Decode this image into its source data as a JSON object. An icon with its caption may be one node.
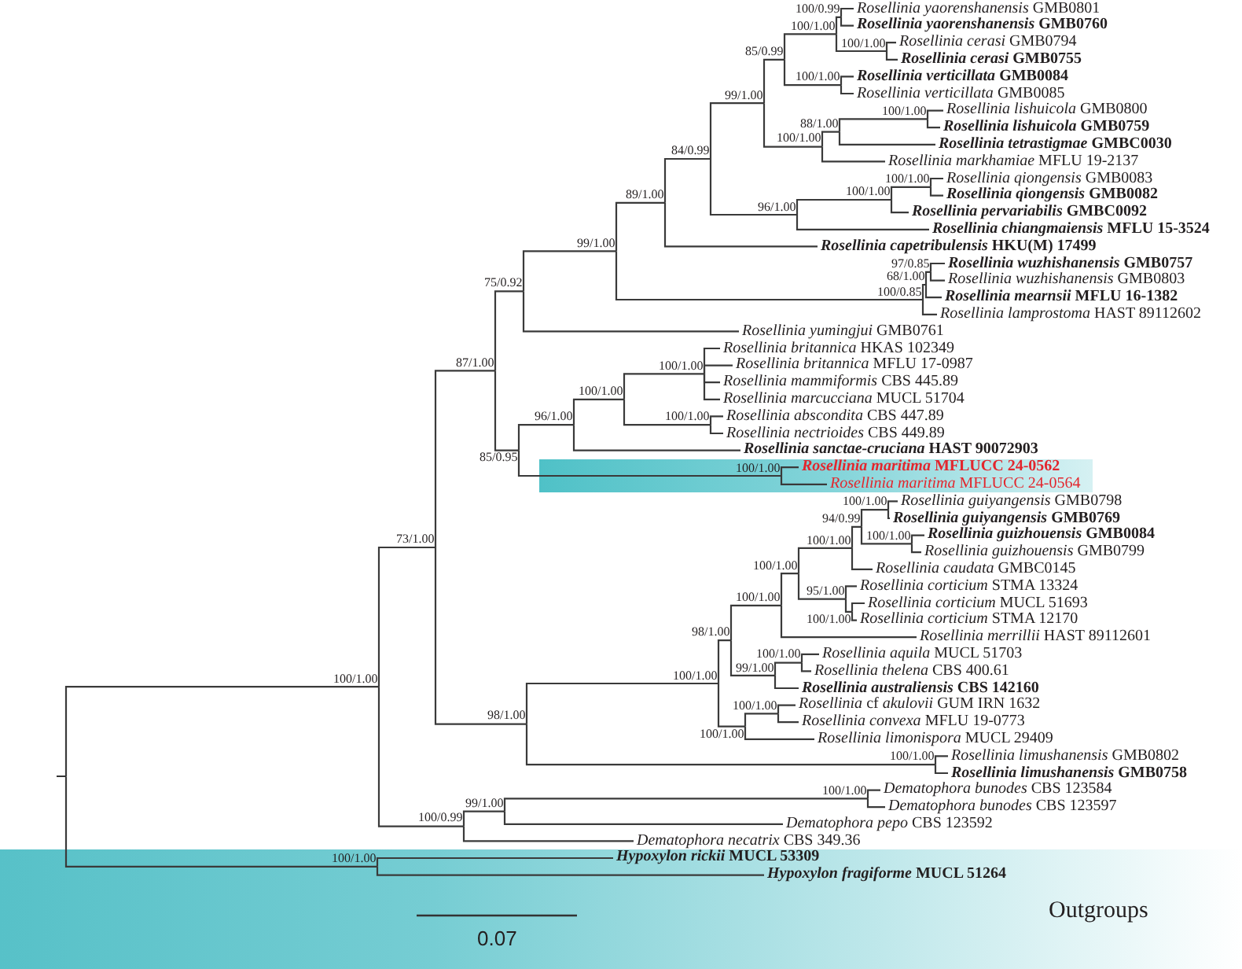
{
  "diagram": {
    "nodes": [
      {
        "text": [],
        "shape": "line"
      },
      {
        "text": [
          "100/1.00"
        ]
      },
      {
        "text": [
          "73/1.00"
        ]
      },
      {
        "text": [
          "87/1.00"
        ]
      },
      {
        "text": [
          "75/0.92"
        ]
      },
      {
        "text": [
          "99/1.00"
        ]
      },
      {
        "text": [
          "89/1.00"
        ]
      },
      {
        "text": [
          "84/0.99"
        ]
      },
      {
        "text": [
          "99/1.00"
        ]
      },
      {
        "text": [
          "85/0.99"
        ]
      },
      {
        "text": [
          "100/1.00"
        ]
      },
      {
        "text": [
          "100/0.99"
        ]
      },
      {
        "text": [
          "*Rosellinia yaorenshanensis* GMB0801"
        ]
      },
      {
        "text": [
          "*Rosellinia yaorenshanensis* GMB0760"
        ]
      },
      {
        "text": [
          "100/1.00"
        ]
      },
      {
        "text": [
          "*Rosellinia cerasi* GMB0794"
        ]
      },
      {
        "text": [
          "*Rosellinia cerasi* GMB0755"
        ]
      },
      {
        "text": [
          "100/1.00"
        ]
      },
      {
        "text": [
          "*Rosellinia verticillata* GMB0084"
        ]
      },
      {
        "text": [
          "*Rosellinia verticillata* GMB0085"
        ]
      },
      {
        "text": [
          "100/1.00"
        ]
      },
      {
        "text": [
          "88/1.00"
        ]
      },
      {
        "text": [
          "100/1.00"
        ]
      },
      {
        "text": [
          "*Rosellinia lishuicola* GMB0800"
        ]
      },
      {
        "text": [
          "*Rosellinia lishuicola* GMB0759"
        ]
      },
      {
        "text": [
          "*Rosellinia tetrastigmae* GMBC0030"
        ]
      },
      {
        "text": [
          "*Rosellinia markhamiae* MFLU 19-2137"
        ]
      },
      {
        "text": [
          "96/1.00"
        ]
      },
      {
        "text": [
          "100/1.00"
        ]
      },
      {
        "text": [
          "100/1.00"
        ]
      },
      {
        "text": [
          "*Rosellinia qiongensis* GMB0083"
        ]
      },
      {
        "text": [
          "*Rosellinia qiongensis* GMB0082"
        ]
      },
      {
        "text": [
          "*Rosellinia pervariabilis* GMBC0092"
        ]
      },
      {
        "text": [
          "*Rosellinia chiangmaiensis* MFLU 15-3524"
        ]
      },
      {
        "text": [
          "*Rosellinia capetribulensis* HKU(M) 17499"
        ]
      },
      {
        "text": [
          "100/0.85"
        ]
      },
      {
        "text": [
          "68/1.00"
        ]
      },
      {
        "text": [
          "97/0.85"
        ]
      },
      {
        "text": [
          "*Rosellinia wuzhishanensis* GMB0757"
        ]
      },
      {
        "text": [
          "*Rosellinia wuzhishanensis* GMB0803"
        ]
      },
      {
        "text": [
          "*Rosellinia mearnsii* MFLU 16-1382"
        ]
      },
      {
        "text": [
          "*Rosellinia lamprostoma* HAST 89112602"
        ]
      },
      {
        "text": [
          "*Rosellinia yumingjui* GMB0761"
        ]
      },
      {
        "text": [
          "85/0.95"
        ]
      },
      {
        "text": [
          "96/1.00"
        ]
      },
      {
        "text": [
          "100/1.00"
        ]
      },
      {
        "text": [
          "100/1.00"
        ]
      },
      {
        "text": [
          "*Rosellinia britannica* HKAS 102349"
        ]
      },
      {
        "text": [
          "*Rosellinia britannica* MFLU 17-0987"
        ]
      },
      {
        "text": [
          "*Rosellinia mammiformis* CBS 445.89"
        ]
      },
      {
        "text": [
          "*Rosellinia marcucciana* MUCL 51704"
        ]
      },
      {
        "text": [
          "100/1.00"
        ]
      },
      {
        "text": [
          "*Rosellinia abscondita* CBS 447.89"
        ]
      },
      {
        "text": [
          "*Rosellinia nectrioides* CBS 449.89"
        ]
      },
      {
        "text": [
          "*Rosellinia sanctae-cruciana* HAST 90072903"
        ]
      },
      {
        "text": [],
        "shape": "box"
      },
      {
        "text": [
          "100/1.00"
        ],
        "in": 55
      },
      {
        "text": [
          "*Rosellinia maritima* MFLUCC 24-0562"
        ],
        "in": 55
      },
      {
        "text": [
          "*Rosellinia maritima* MFLUCC 24-0564"
        ],
        "in": 55
      },
      {
        "text": [
          "98/1.00"
        ]
      },
      {
        "text": [
          "100/1.00"
        ]
      },
      {
        "text": [
          "98/1.00"
        ]
      },
      {
        "text": [
          "100/1.00"
        ]
      },
      {
        "text": [
          "100/1.00"
        ]
      },
      {
        "text": [
          "100/1.00"
        ]
      },
      {
        "text": [
          "94/0.99"
        ]
      },
      {
        "text": [
          "100/1.00"
        ]
      },
      {
        "text": [
          "*Rosellinia guiyangensis* GMB0798"
        ]
      },
      {
        "text": [
          "*Rosellinia guiyangensis* GMB0769"
        ]
      },
      {
        "text": [
          "100/1.00"
        ]
      },
      {
        "text": [
          "*Rosellinia guizhouensis* GMB0084"
        ]
      },
      {
        "text": [
          "*Rosellinia guizhouensis* GMB0799"
        ]
      },
      {
        "text": [
          "*Rosellinia caudata* GMBC0145"
        ]
      },
      {
        "text": [
          "95/1.00"
        ]
      },
      {
        "text": [
          "*Rosellinia corticium* STMA 13324"
        ]
      },
      {
        "text": [
          "100/1.00"
        ]
      },
      {
        "text": [
          "*Rosellinia corticium* MUCL 51693"
        ]
      },
      {
        "text": [
          "*Rosellinia corticium* STMA 12170"
        ]
      },
      {
        "text": [
          "*Rosellinia merrillii* HAST 89112601"
        ]
      },
      {
        "text": [
          "99/1.00"
        ]
      },
      {
        "text": [
          "100/1.00"
        ]
      },
      {
        "text": [
          "*Rosellinia aquila* MUCL 51703"
        ]
      },
      {
        "text": [
          "*Rosellinia thelena* CBS 400.61"
        ]
      },
      {
        "text": [
          "*Rosellinia australiensis* CBS 142160"
        ]
      },
      {
        "text": [
          "100/1.00"
        ]
      },
      {
        "text": [
          "100/1.00"
        ]
      },
      {
        "text": [
          "*Rosellinia* cf *akulovii* GUM IRN 1632"
        ]
      },
      {
        "text": [
          "*Rosellinia convexa* MFLU 19-0773"
        ]
      },
      {
        "text": [
          "*Rosellinia limonispora* MUCL 29409"
        ]
      },
      {
        "text": [
          "100/1.00"
        ]
      },
      {
        "text": [
          "*Rosellinia limushanensis* GMB0802"
        ]
      },
      {
        "text": [
          "*Rosellinia limushanensis* GMB0758"
        ]
      },
      {
        "text": [
          "100/0.99"
        ]
      },
      {
        "text": [
          "99/1.00"
        ]
      },
      {
        "text": [
          "100/1.00"
        ]
      },
      {
        "text": [
          "*Dematophora bunodes* CBS 123584"
        ]
      },
      {
        "text": [
          "*Dematophora bunodes* CBS 123597"
        ]
      },
      {
        "text": [
          "*Dematophora pepo* CBS 123592"
        ]
      },
      {
        "text": [
          "*Dematophora necatrix* CBS 349.36"
        ]
      },
      {
        "text": [
          "Outgroups"
        ]
      },
      {
        "text": [
          "100/1.00"
        ],
        "in": 99
      },
      {
        "text": [
          "*Hypoxylon rickii* MUCL 53309"
        ],
        "in": 99
      },
      {
        "text": [
          "*Hypoxylon fragiforme* MUCL 51264"
        ],
        "in": 99
      }
    ],
    "edges": [
      {
        "from": 0,
        "to": 1,
        "arrow": "none"
      },
      {
        "from": 1,
        "to": 2,
        "arrow": "none"
      },
      {
        "from": 2,
        "to": 3,
        "arrow": "none"
      },
      {
        "from": 3,
        "to": 4,
        "arrow": "none"
      },
      {
        "from": 4,
        "to": 5,
        "arrow": "none"
      },
      {
        "from": 5,
        "to": 6,
        "arrow": "none"
      },
      {
        "from": 6,
        "to": 7,
        "arrow": "none"
      },
      {
        "from": 7,
        "to": 8,
        "arrow": "none"
      },
      {
        "from": 8,
        "to": 9,
        "arrow": "none"
      },
      {
        "from": 9,
        "to": 10,
        "arrow": "none"
      },
      {
        "from": 10,
        "to": 11,
        "arrow": "none"
      },
      {
        "from": 11,
        "to": 12,
        "arrow": "none"
      },
      {
        "from": 11,
        "to": 13,
        "arrow": "none"
      },
      {
        "from": 10,
        "to": 14,
        "arrow": "none"
      },
      {
        "from": 14,
        "to": 15,
        "arrow": "none"
      },
      {
        "from": 14,
        "to": 16,
        "arrow": "none"
      },
      {
        "from": 9,
        "to": 17,
        "arrow": "none"
      },
      {
        "from": 17,
        "to": 18,
        "arrow": "none"
      },
      {
        "from": 17,
        "to": 19,
        "arrow": "none"
      },
      {
        "from": 8,
        "to": 20,
        "arrow": "none"
      },
      {
        "from": 20,
        "to": 21,
        "arrow": "none"
      },
      {
        "from": 21,
        "to": 22,
        "arrow": "none"
      },
      {
        "from": 22,
        "to": 23,
        "arrow": "none"
      },
      {
        "from": 22,
        "to": 24,
        "arrow": "none"
      },
      {
        "from": 21,
        "to": 25,
        "arrow": "none"
      },
      {
        "from": 20,
        "to": 26,
        "arrow": "none"
      },
      {
        "from": 7,
        "to": 27,
        "arrow": "none"
      },
      {
        "from": 27,
        "to": 28,
        "arrow": "none"
      },
      {
        "from": 28,
        "to": 29,
        "arrow": "none"
      },
      {
        "from": 29,
        "to": 30,
        "arrow": "none"
      },
      {
        "from": 29,
        "to": 31,
        "arrow": "none"
      },
      {
        "from": 28,
        "to": 32,
        "arrow": "none"
      },
      {
        "from": 27,
        "to": 33,
        "arrow": "none"
      },
      {
        "from": 6,
        "to": 34,
        "arrow": "none"
      },
      {
        "from": 5,
        "to": 35,
        "arrow": "none"
      },
      {
        "from": 35,
        "to": 36,
        "arrow": "none"
      },
      {
        "from": 36,
        "to": 37,
        "arrow": "none"
      },
      {
        "from": 37,
        "to": 38,
        "arrow": "none"
      },
      {
        "from": 37,
        "to": 39,
        "arrow": "none"
      },
      {
        "from": 36,
        "to": 40,
        "arrow": "none"
      },
      {
        "from": 35,
        "to": 41,
        "arrow": "none"
      },
      {
        "from": 4,
        "to": 42,
        "arrow": "none"
      },
      {
        "from": 3,
        "to": 43,
        "arrow": "none"
      },
      {
        "from": 43,
        "to": 44,
        "arrow": "none"
      },
      {
        "from": 44,
        "to": 45,
        "arrow": "none"
      },
      {
        "from": 45,
        "to": 46,
        "arrow": "none"
      },
      {
        "from": 46,
        "to": 47,
        "arrow": "none"
      },
      {
        "from": 46,
        "to": 48,
        "arrow": "none"
      },
      {
        "from": 46,
        "to": 49,
        "arrow": "none"
      },
      {
        "from": 46,
        "to": 50,
        "arrow": "none"
      },
      {
        "from": 45,
        "to": 51,
        "arrow": "none"
      },
      {
        "from": 51,
        "to": 52,
        "arrow": "none"
      },
      {
        "from": 51,
        "to": 53,
        "arrow": "none"
      },
      {
        "from": 44,
        "to": 54,
        "arrow": "none"
      },
      {
        "from": 43,
        "to": 56,
        "arrow": "none"
      },
      {
        "from": 56,
        "to": 57,
        "arrow": "none"
      },
      {
        "from": 56,
        "to": 58,
        "arrow": "none"
      },
      {
        "from": 2,
        "to": 59,
        "arrow": "none"
      },
      {
        "from": 59,
        "to": 60,
        "arrow": "none"
      },
      {
        "from": 60,
        "to": 61,
        "arrow": "none"
      },
      {
        "from": 61,
        "to": 62,
        "arrow": "none"
      },
      {
        "from": 62,
        "to": 63,
        "arrow": "none"
      },
      {
        "from": 63,
        "to": 64,
        "arrow": "none"
      },
      {
        "from": 64,
        "to": 65,
        "arrow": "none"
      },
      {
        "from": 65,
        "to": 66,
        "arrow": "none"
      },
      {
        "from": 66,
        "to": 67,
        "arrow": "none"
      },
      {
        "from": 66,
        "to": 68,
        "arrow": "none"
      },
      {
        "from": 65,
        "to": 69,
        "arrow": "none"
      },
      {
        "from": 69,
        "to": 70,
        "arrow": "none"
      },
      {
        "from": 69,
        "to": 71,
        "arrow": "none"
      },
      {
        "from": 64,
        "to": 72,
        "arrow": "none"
      },
      {
        "from": 63,
        "to": 73,
        "arrow": "none"
      },
      {
        "from": 73,
        "to": 74,
        "arrow": "none"
      },
      {
        "from": 73,
        "to": 75,
        "arrow": "none"
      },
      {
        "from": 75,
        "to": 76,
        "arrow": "none"
      },
      {
        "from": 75,
        "to": 77,
        "arrow": "none"
      },
      {
        "from": 62,
        "to": 78,
        "arrow": "none"
      },
      {
        "from": 61,
        "to": 79,
        "arrow": "none"
      },
      {
        "from": 79,
        "to": 80,
        "arrow": "none"
      },
      {
        "from": 80,
        "to": 81,
        "arrow": "none"
      },
      {
        "from": 80,
        "to": 82,
        "arrow": "none"
      },
      {
        "from": 79,
        "to": 83,
        "arrow": "none"
      },
      {
        "from": 60,
        "to": 84,
        "arrow": "none"
      },
      {
        "from": 84,
        "to": 85,
        "arrow": "none"
      },
      {
        "from": 85,
        "to": 86,
        "arrow": "none"
      },
      {
        "from": 85,
        "to": 87,
        "arrow": "none"
      },
      {
        "from": 84,
        "to": 88,
        "arrow": "none"
      },
      {
        "from": 59,
        "to": 89,
        "arrow": "none"
      },
      {
        "from": 89,
        "to": 90,
        "arrow": "none"
      },
      {
        "from": 89,
        "to": 91,
        "arrow": "none"
      },
      {
        "from": 1,
        "to": 92,
        "arrow": "none"
      },
      {
        "from": 92,
        "to": 93,
        "arrow": "none"
      },
      {
        "from": 93,
        "to": 94,
        "arrow": "none"
      },
      {
        "from": 94,
        "to": 95,
        "arrow": "none"
      },
      {
        "from": 94,
        "to": 96,
        "arrow": "none"
      },
      {
        "from": 93,
        "to": 97,
        "arrow": "none"
      },
      {
        "from": 92,
        "to": 98,
        "arrow": "none"
      },
      {
        "from": 0,
        "to": 100,
        "arrow": "none"
      },
      {
        "from": 100,
        "to": 101,
        "arrow": "none"
      },
      {
        "from": 100,
        "to": 102,
        "arrow": "none"
      }
    ],
    "labels": [
      "0.07"
    ]
  }
}
